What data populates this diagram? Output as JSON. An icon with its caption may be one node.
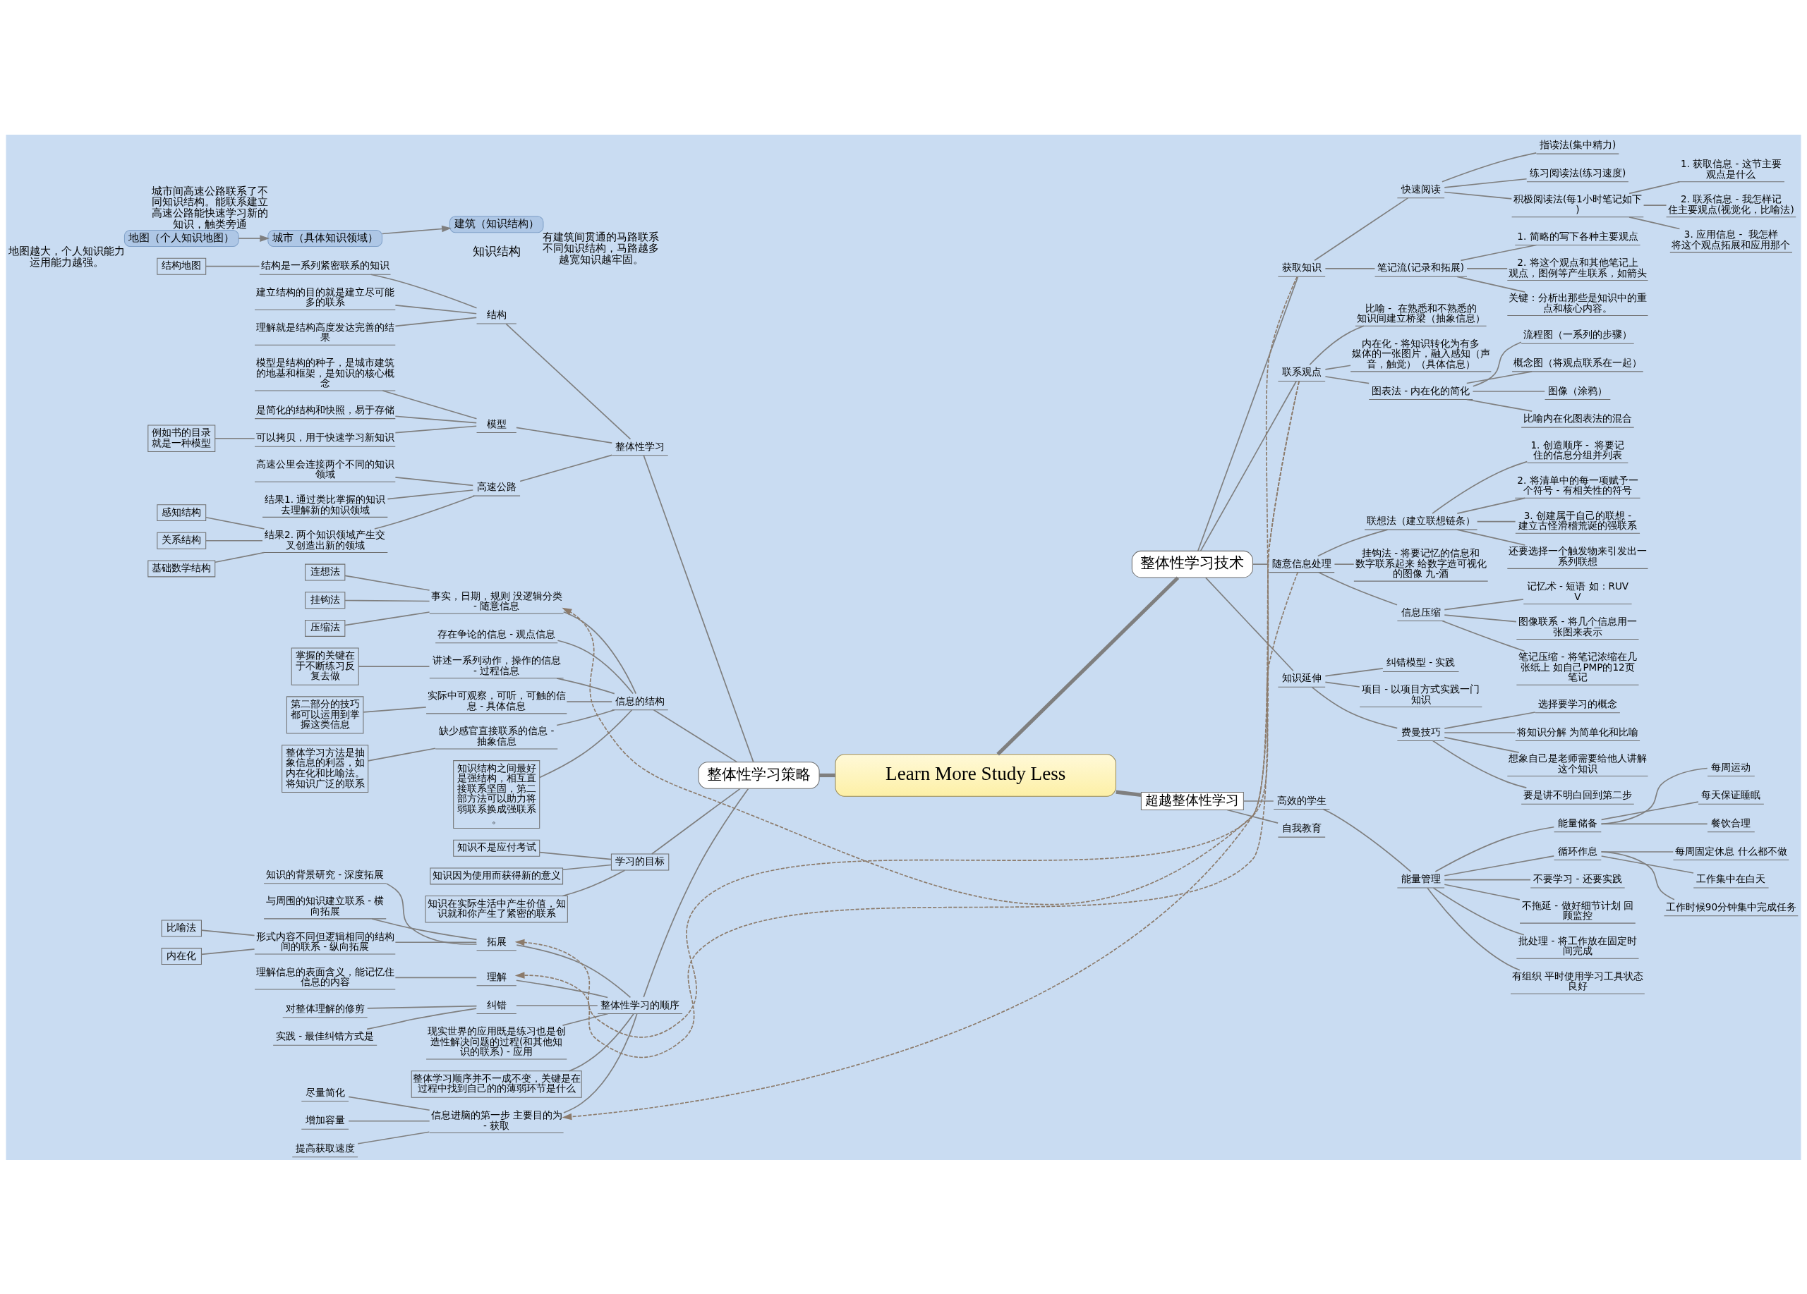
{
  "diagram": {
    "nodes": [
      {
        "text": [
          "Learn More Study Less"
        ]
      },
      {
        "text": [
          "整体性学习策略"
        ]
      },
      {
        "text": [
          "整体性学习技术"
        ]
      },
      {
        "text": [
          "超越整体性学习"
        ]
      },
      {
        "text": [
          "整体性学习"
        ]
      },
      {
        "text": [
          "整体性学习的顺序"
        ]
      },
      {
        "text": [
          "信息的结构"
        ]
      },
      {
        "text": [
          "学习的目标"
        ]
      },
      {
        "text": [
          "结构"
        ]
      },
      {
        "text": [
          "模型"
        ]
      },
      {
        "text": [
          "高速公路"
        ]
      },
      {
        "text": [
          "结构是一系列紧密联系的知识"
        ]
      },
      {
        "text": [
          "建立结构的目的就是建立尽可能多的联系"
        ]
      },
      {
        "text": [
          "理解就是结构高度发达完善的结果"
        ]
      },
      {
        "text": [
          "结构地图"
        ]
      },
      {
        "text": [
          "模型是结构的种子，是城市建筑的地基和框架，是知识的核心概念"
        ]
      },
      {
        "text": [
          "是简化的结构和快照，易于存储"
        ]
      },
      {
        "text": [
          "可以拷贝，用于快速学习新知识"
        ]
      },
      {
        "text": [
          "例如书的目录就是一种模型"
        ]
      },
      {
        "text": [
          "高速公里会连接两个不同的知识领域"
        ]
      },
      {
        "text": [
          "结果1. 通过类比掌握的知识去理解新的知识领域"
        ]
      },
      {
        "text": [
          "结果2. 两个知识领域产生交叉创造出新的领域"
        ]
      },
      {
        "text": [
          "感知结构"
        ]
      },
      {
        "text": [
          "关系结构"
        ]
      },
      {
        "text": [
          "基础数学结构"
        ]
      },
      {
        "text": [
          "信息进脑的第一步 主要目的为- 获取"
        ]
      },
      {
        "text": [
          "尽量简化"
        ]
      },
      {
        "text": [
          "增加容量"
        ]
      },
      {
        "text": [
          "提高获取速度"
        ]
      },
      {
        "text": [
          "理解"
        ]
      },
      {
        "text": [
          "理解信息的表面含义，能记忆住信息的内容"
        ]
      },
      {
        "text": [
          "拓展"
        ]
      },
      {
        "text": [
          "知识的背景研究 - 深度拓展"
        ]
      },
      {
        "text": [
          "与周围的知识建立联系 - 横向拓展"
        ]
      },
      {
        "text": [
          "形式内容不同但逻辑相同的结构间的联系 - 纵向拓展"
        ]
      },
      {
        "text": [
          "比喻法"
        ]
      },
      {
        "text": [
          "内在化"
        ]
      },
      {
        "text": [
          "纠错"
        ]
      },
      {
        "text": [
          "对整体理解的修剪"
        ]
      },
      {
        "text": [
          "实践 - 最佳纠错方式是"
        ]
      },
      {
        "text": [
          "现实世界的应用既是练习也是创造性解决问题的过程(和其他知识的联系) - 应用"
        ]
      },
      {
        "text": [
          "整体学习顺序并不一成不变，关键是在过程中找到自己的的薄弱环节是什么"
        ]
      },
      {
        "text": [
          "事实，日期，规则 没逻辑分类 - 随意信息"
        ]
      },
      {
        "text": [
          "连想法"
        ]
      },
      {
        "text": [
          "挂钩法"
        ]
      },
      {
        "text": [
          "压缩法"
        ]
      },
      {
        "text": [
          "存在争论的信息 - 观点信息"
        ]
      },
      {
        "text": [
          "讲述一系列动作，操作的信息 - 过程信息"
        ]
      },
      {
        "text": [
          "掌握的关键在于不断练习反复去做"
        ]
      },
      {
        "text": [
          "实际中可观察，可听，可触的信息 - 具体信息"
        ]
      },
      {
        "text": [
          "第二部分的技巧都可以运用到掌握这类信息"
        ]
      },
      {
        "text": [
          "缺少感官直接联系的信息 - 抽象信息"
        ]
      },
      {
        "text": [
          "整体学习方法是抽象信息的利器，如内在化和比喻法。将知识广泛的联系"
        ]
      },
      {
        "text": [
          "知识结构之间最好是强结构，相互直接联系坚固，第二部方法可以助力将弱联系换成强联系。"
        ]
      },
      {
        "text": [
          "知识不是应付考试"
        ]
      },
      {
        "text": [
          "知识因为使用而获得新的意义"
        ]
      },
      {
        "text": [
          "知识在实际生活中产生价值，知识就和你产生了紧密的联系"
        ]
      },
      {
        "text": [
          "获取知识"
        ]
      },
      {
        "text": [
          "联系观点"
        ]
      },
      {
        "text": [
          "随意信息处理"
        ]
      },
      {
        "text": [
          "知识延伸"
        ]
      },
      {
        "text": [
          "快速阅读"
        ]
      },
      {
        "text": [
          "笔记流(记录和拓展)"
        ]
      },
      {
        "text": [
          "指读法(集中精力)"
        ]
      },
      {
        "text": [
          "练习阅读法(练习速度)"
        ]
      },
      {
        "text": [
          "积极阅读法(每1小时笔记如下)"
        ]
      },
      {
        "text": [
          "1. 获取信息 - 这节主要观点是什么"
        ]
      },
      {
        "text": [
          "2. 联系信息 - 我怎样记住主要观点(视觉化，比喻法)"
        ]
      },
      {
        "text": [
          "3. 应用信息 -  我怎样将这个观点拓展和应用那个"
        ]
      },
      {
        "text": [
          "1. 简略的写下各种主要观点"
        ]
      },
      {
        "text": [
          "2. 将这个观点和其他笔记上观点，图例等产生联系，如箭头"
        ]
      },
      {
        "text": [
          "关键：分析出那些是知识中的重点和核心内容。"
        ]
      },
      {
        "text": [
          "比喻 -  在熟悉和不熟悉的知识间建立桥梁（抽象信息）"
        ]
      },
      {
        "text": [
          "内在化 - 将知识转化为有多媒体的一张图片，融入感知（声音，触觉）（具体信息）"
        ]
      },
      {
        "text": [
          "图表法 - 内在化的简化"
        ]
      },
      {
        "text": [
          "流程图（一系列的步骤）"
        ]
      },
      {
        "text": [
          "概念图（将观点联系在一起）"
        ]
      },
      {
        "text": [
          "图像（涂鸦）"
        ]
      },
      {
        "text": [
          "比喻内在化图表法的混合"
        ]
      },
      {
        "text": [
          "联想法（建立联想链条）"
        ]
      },
      {
        "text": [
          "1. 创造顺序 -  将要记住的信息分组并列表"
        ]
      },
      {
        "text": [
          "2. 将清单中的每一项赋予一个符号 - 有相关性的符号"
        ]
      },
      {
        "text": [
          "3. 创建属于自己的联想 - 建立古怪滑稽荒诞的强联系"
        ]
      },
      {
        "text": [
          "还要选择一个触发物来引发出一系列联想"
        ]
      },
      {
        "text": [
          "挂钩法 - 将要记忆的信息和数字联系起来 给数字造可视化的图像 九-酒"
        ]
      },
      {
        "text": [
          "信息压缩"
        ]
      },
      {
        "text": [
          "记忆术 - 短语 如：RUVV"
        ]
      },
      {
        "text": [
          "图像联系 - 将几个信息用一张图来表示"
        ]
      },
      {
        "text": [
          "笔记压缩 - 将笔记浓缩在几张纸上 如自己PMP的12页笔记"
        ]
      },
      {
        "text": [
          "纠错模型 - 实践"
        ]
      },
      {
        "text": [
          "项目 - 以项目方式实践一门知识"
        ]
      },
      {
        "text": [
          "费曼技巧"
        ]
      },
      {
        "text": [
          "选择要学习的概念"
        ]
      },
      {
        "text": [
          "将知识分解 为简单化和比喻"
        ]
      },
      {
        "text": [
          "想象自己是老师需要给他人讲解这个知识"
        ]
      },
      {
        "text": [
          "要是讲不明白回到第二步"
        ]
      },
      {
        "text": [
          "高效的学生"
        ]
      },
      {
        "text": [
          "自我教育"
        ]
      },
      {
        "text": [
          "能量管理"
        ]
      },
      {
        "text": [
          "能量储备"
        ]
      },
      {
        "text": [
          "每周运动"
        ]
      },
      {
        "text": [
          "每天保证睡眠"
        ]
      },
      {
        "text": [
          "餐饮合理"
        ]
      },
      {
        "text": [
          "循环作息"
        ]
      },
      {
        "text": [
          "每周固定休息 什么都不做"
        ]
      },
      {
        "text": [
          "工作集中在白天"
        ]
      },
      {
        "text": [
          "工作时候90分钟集中完成任务"
        ]
      },
      {
        "text": [
          "不要学习 - 还要实践"
        ]
      },
      {
        "text": [
          "不拖延 - 做好细节计划 回顾监控"
        ]
      },
      {
        "text": [
          "批处理 - 将工作放在固定时间完成"
        ]
      },
      {
        "text": [
          "有组织 平时使用学习工具状态良好"
        ]
      },
      {
        "text": [
          "地图（个人知识地图）"
        ],
        "beside": [
          "地图越大，个人知识能力运用能力越强。"
        ]
      },
      {
        "text": [
          "城市（具体知识领域）"
        ],
        "beside": [
          "城市间高速公路联系了不同知识结构。能联系建立高速公路能快速学习新的知识，触类旁通"
        ]
      },
      {
        "text": [
          "建筑（知识结构）"
        ],
        "beside": [
          "有建筑间贯通的马路联系不同知识结构，马路越多越宽知识越牢固。"
        ]
      }
    ],
    "edges": [
      {
        "from": 0,
        "to": 1,
        "arrow": "none"
      },
      {
        "from": 0,
        "to": 2,
        "arrow": "none"
      },
      {
        "from": 0,
        "to": 3,
        "arrow": "none"
      },
      {
        "from": 1,
        "to": 4,
        "arrow": "none"
      },
      {
        "from": 1,
        "to": 5,
        "arrow": "none"
      },
      {
        "from": 1,
        "to": 6,
        "arrow": "none"
      },
      {
        "from": 1,
        "to": 7,
        "arrow": "none"
      },
      {
        "from": 4,
        "to": 8,
        "arrow": "none"
      },
      {
        "from": 4,
        "to": 9,
        "arrow": "none"
      },
      {
        "from": 4,
        "to": 10,
        "arrow": "none"
      },
      {
        "from": 8,
        "to": 11,
        "arrow": "none"
      },
      {
        "from": 8,
        "to": 12,
        "arrow": "none"
      },
      {
        "from": 8,
        "to": 13,
        "arrow": "none"
      },
      {
        "from": 11,
        "to": 14,
        "arrow": "none"
      },
      {
        "from": 9,
        "to": 15,
        "arrow": "none"
      },
      {
        "from": 9,
        "to": 16,
        "arrow": "none"
      },
      {
        "from": 9,
        "to": 17,
        "arrow": "none"
      },
      {
        "from": 17,
        "to": 18,
        "arrow": "none"
      },
      {
        "from": 10,
        "to": 19,
        "arrow": "none"
      },
      {
        "from": 10,
        "to": 20,
        "arrow": "none"
      },
      {
        "from": 10,
        "to": 21,
        "arrow": "none"
      },
      {
        "from": 21,
        "to": 22,
        "arrow": "none"
      },
      {
        "from": 21,
        "to": 23,
        "arrow": "none"
      },
      {
        "from": 21,
        "to": 24,
        "arrow": "none"
      },
      {
        "from": 5,
        "to": 25,
        "arrow": "none"
      },
      {
        "from": 25,
        "to": 26,
        "arrow": "none"
      },
      {
        "from": 25,
        "to": 27,
        "arrow": "none"
      },
      {
        "from": 25,
        "to": 28,
        "arrow": "none"
      },
      {
        "from": 5,
        "to": 29,
        "arrow": "none"
      },
      {
        "from": 29,
        "to": 30,
        "arrow": "none"
      },
      {
        "from": 5,
        "to": 31,
        "arrow": "none"
      },
      {
        "from": 31,
        "to": 32,
        "arrow": "none"
      },
      {
        "from": 31,
        "to": 33,
        "arrow": "none"
      },
      {
        "from": 31,
        "to": 34,
        "arrow": "none"
      },
      {
        "from": 34,
        "to": 35,
        "arrow": "none"
      },
      {
        "from": 34,
        "to": 36,
        "arrow": "none"
      },
      {
        "from": 5,
        "to": 37,
        "arrow": "none"
      },
      {
        "from": 37,
        "to": 38,
        "arrow": "none"
      },
      {
        "from": 37,
        "to": 39,
        "arrow": "none"
      },
      {
        "from": 5,
        "to": 40,
        "arrow": "none"
      },
      {
        "from": 5,
        "to": 41,
        "arrow": "none"
      },
      {
        "from": 6,
        "to": 42,
        "arrow": "none"
      },
      {
        "from": 42,
        "to": 43,
        "arrow": "none"
      },
      {
        "from": 42,
        "to": 44,
        "arrow": "none"
      },
      {
        "from": 42,
        "to": 45,
        "arrow": "none"
      },
      {
        "from": 6,
        "to": 46,
        "arrow": "none"
      },
      {
        "from": 6,
        "to": 47,
        "arrow": "none"
      },
      {
        "from": 47,
        "to": 48,
        "arrow": "none"
      },
      {
        "from": 6,
        "to": 49,
        "arrow": "none"
      },
      {
        "from": 49,
        "to": 50,
        "arrow": "none"
      },
      {
        "from": 6,
        "to": 51,
        "arrow": "none"
      },
      {
        "from": 51,
        "to": 52,
        "arrow": "none"
      },
      {
        "from": 6,
        "to": 53,
        "arrow": "none"
      },
      {
        "from": 7,
        "to": 54,
        "arrow": "none"
      },
      {
        "from": 7,
        "to": 55,
        "arrow": "none"
      },
      {
        "from": 7,
        "to": 56,
        "arrow": "none"
      },
      {
        "from": 2,
        "to": 57,
        "arrow": "none"
      },
      {
        "from": 2,
        "to": 58,
        "arrow": "none"
      },
      {
        "from": 2,
        "to": 59,
        "arrow": "none"
      },
      {
        "from": 2,
        "to": 60,
        "arrow": "none"
      },
      {
        "from": 57,
        "to": 61,
        "arrow": "none"
      },
      {
        "from": 57,
        "to": 62,
        "arrow": "none"
      },
      {
        "from": 61,
        "to": 63,
        "arrow": "none"
      },
      {
        "from": 61,
        "to": 64,
        "arrow": "none"
      },
      {
        "from": 61,
        "to": 65,
        "arrow": "none"
      },
      {
        "from": 65,
        "to": 66,
        "arrow": "none"
      },
      {
        "from": 65,
        "to": 67,
        "arrow": "none"
      },
      {
        "from": 65,
        "to": 68,
        "arrow": "none"
      },
      {
        "from": 62,
        "to": 69,
        "arrow": "none"
      },
      {
        "from": 62,
        "to": 70,
        "arrow": "none"
      },
      {
        "from": 62,
        "to": 71,
        "arrow": "none"
      },
      {
        "from": 58,
        "to": 72,
        "arrow": "none"
      },
      {
        "from": 58,
        "to": 73,
        "arrow": "none"
      },
      {
        "from": 58,
        "to": 74,
        "arrow": "none"
      },
      {
        "from": 74,
        "to": 75,
        "arrow": "none"
      },
      {
        "from": 74,
        "to": 76,
        "arrow": "none"
      },
      {
        "from": 74,
        "to": 77,
        "arrow": "none"
      },
      {
        "from": 74,
        "to": 78,
        "arrow": "none"
      },
      {
        "from": 59,
        "to": 79,
        "arrow": "none"
      },
      {
        "from": 79,
        "to": 80,
        "arrow": "none"
      },
      {
        "from": 79,
        "to": 81,
        "arrow": "none"
      },
      {
        "from": 79,
        "to": 82,
        "arrow": "none"
      },
      {
        "from": 79,
        "to": 83,
        "arrow": "none"
      },
      {
        "from": 59,
        "to": 84,
        "arrow": "none"
      },
      {
        "from": 59,
        "to": 85,
        "arrow": "none"
      },
      {
        "from": 85,
        "to": 86,
        "arrow": "none"
      },
      {
        "from": 85,
        "to": 87,
        "arrow": "none"
      },
      {
        "from": 85,
        "to": 88,
        "arrow": "none"
      },
      {
        "from": 60,
        "to": 89,
        "arrow": "none"
      },
      {
        "from": 60,
        "to": 90,
        "arrow": "none"
      },
      {
        "from": 60,
        "to": 91,
        "arrow": "none"
      },
      {
        "from": 91,
        "to": 92,
        "arrow": "none"
      },
      {
        "from": 91,
        "to": 93,
        "arrow": "none"
      },
      {
        "from": 91,
        "to": 94,
        "arrow": "none"
      },
      {
        "from": 91,
        "to": 95,
        "arrow": "none"
      },
      {
        "from": 3,
        "to": 96,
        "arrow": "none"
      },
      {
        "from": 3,
        "to": 97,
        "arrow": "none"
      },
      {
        "from": 96,
        "to": 98,
        "arrow": "none"
      },
      {
        "from": 98,
        "to": 99,
        "arrow": "none"
      },
      {
        "from": 99,
        "to": 100,
        "arrow": "none"
      },
      {
        "from": 99,
        "to": 101,
        "arrow": "none"
      },
      {
        "from": 99,
        "to": 102,
        "arrow": "none"
      },
      {
        "from": 98,
        "to": 103,
        "arrow": "none"
      },
      {
        "from": 103,
        "to": 104,
        "arrow": "none"
      },
      {
        "from": 103,
        "to": 105,
        "arrow": "none"
      },
      {
        "from": 103,
        "to": 106,
        "arrow": "none"
      },
      {
        "from": 98,
        "to": 107,
        "arrow": "none"
      },
      {
        "from": 98,
        "to": 108,
        "arrow": "none"
      },
      {
        "from": 98,
        "to": 109,
        "arrow": "none"
      },
      {
        "from": 98,
        "to": 110,
        "arrow": "none"
      },
      {
        "from": 111,
        "to": 112,
        "arrow": "to"
      },
      {
        "from": 112,
        "to": 113,
        "arrow": "to"
      },
      {
        "from": 57,
        "to": 25,
        "arrow": "to",
        "style": "dashed",
        "color": "#8c7b6b"
      },
      {
        "from": 58,
        "to": 29,
        "arrow": "to",
        "style": "dashed",
        "color": "#8c7b6b"
      },
      {
        "from": 58,
        "to": 31,
        "arrow": "to",
        "style": "dashed",
        "color": "#8c7b6b"
      },
      {
        "from": 59,
        "to": 42,
        "arrow": "to",
        "style": "dashed",
        "color": "#8c7b6b"
      }
    ],
    "labels": [
      "知识结构"
    ]
  }
}
